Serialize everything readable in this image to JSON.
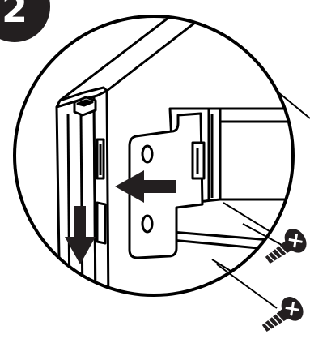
{
  "figure": {
    "step_number": "2",
    "colors": {
      "ink": "#000000",
      "paper": "#ffffff",
      "badge": "#231f20",
      "arrow": "#231f20"
    },
    "arrows": [
      {
        "name": "slide-left-arrow",
        "direction": "left"
      },
      {
        "name": "push-down-arrow",
        "direction": "down"
      }
    ],
    "callouts": [
      {
        "name": "upper-screw",
        "icon": "screw-icon"
      },
      {
        "name": "lower-screw",
        "icon": "screw-icon"
      }
    ]
  }
}
